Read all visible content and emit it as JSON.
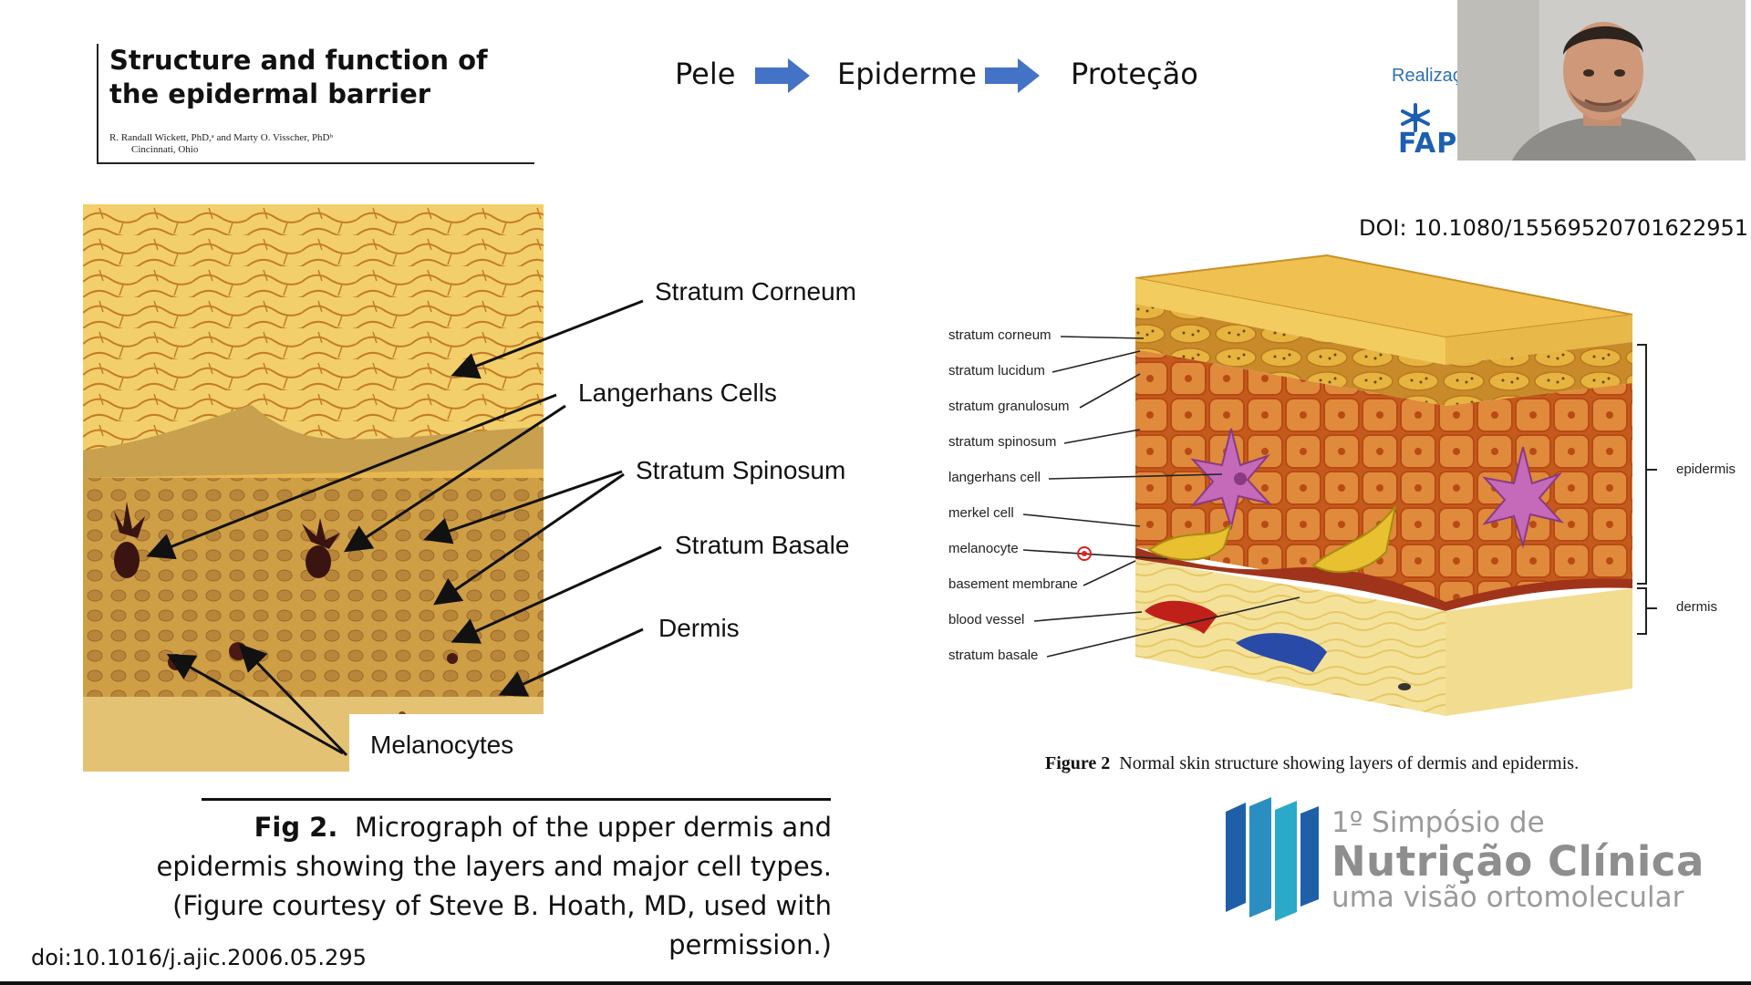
{
  "paper": {
    "title": "Structure and function of the epidermal barrier",
    "authors": "R. Randall Wickett, PhD,ᵃ and Marty O. Visscher, PhDᵇ",
    "location": "Cincinnati, Ohio"
  },
  "flow": {
    "step1": "Pele",
    "step2": "Epiderme",
    "step3": "Proteção"
  },
  "sponsor": {
    "label": "Realizaç",
    "logo_text": "FAPE"
  },
  "doi_right": "DOI: 10.1080/15569520701622951",
  "doi_left": "doi:10.1016/j.ajic.2006.05.295",
  "micrograph_labels": {
    "stratum_corneum": "Stratum Corneum",
    "langerhans": "Langerhans Cells",
    "stratum_spinosum": "Stratum Spinosum",
    "stratum_basale": "Stratum Basale",
    "dermis": "Dermis",
    "melanocytes": "Melanocytes"
  },
  "fig_left": {
    "number": "Fig 2.",
    "line1": "Micrograph of the upper dermis and",
    "line2": "epidermis showing the layers and major cell types.",
    "line3": "(Figure courtesy of Steve B. Hoath, MD, used with",
    "line4": "permission.)"
  },
  "skin_labels": {
    "corneum": "stratum corneum",
    "lucidum": "stratum lucidum",
    "granulosum": "stratum granulosum",
    "spinosum": "stratum spinosum",
    "langerhans": "langerhans cell",
    "merkel": "merkel cell",
    "melanocyte": "melanocyte",
    "basement": "basement membrane",
    "vessel": "blood vessel",
    "basale": "stratum basale",
    "epidermis": "epidermis",
    "dermis": "dermis"
  },
  "fig_right": {
    "number": "Figure 2",
    "text": "Normal skin structure showing layers of dermis and epidermis."
  },
  "symposium": {
    "line1": "1º Simpósio de",
    "line2": "Nutrição Clínica",
    "line3": "uma visão ortomolecular"
  },
  "colors": {
    "arrow_blue": "#4472c4",
    "logo_blue": "#1f5fa8",
    "logo_teal": "#2aa9c9"
  }
}
